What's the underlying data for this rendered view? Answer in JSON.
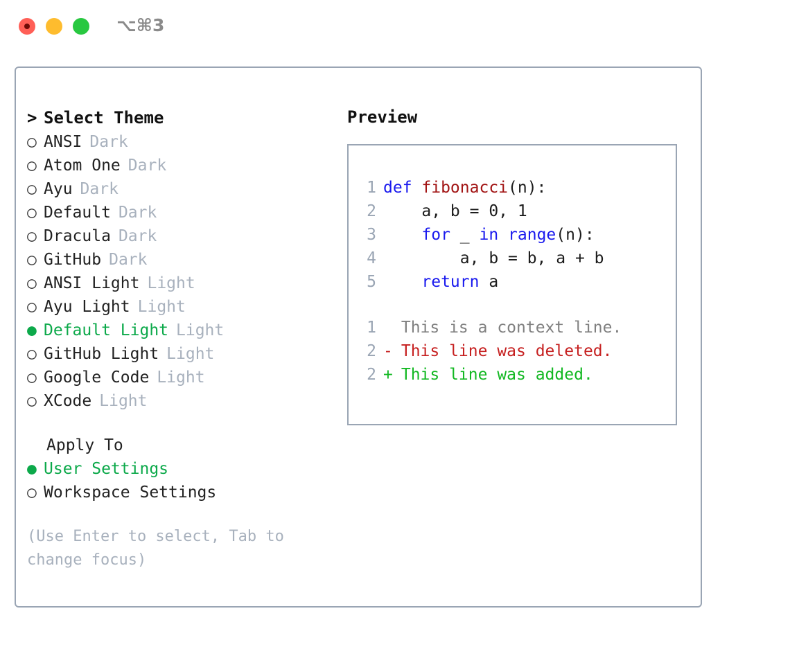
{
  "window": {
    "title_shortcut": "⌥⌘3",
    "traffic_lights": [
      {
        "name": "close",
        "color": "#ff5f57"
      },
      {
        "name": "minimize",
        "color": "#febc2e"
      },
      {
        "name": "maximize",
        "color": "#28c840"
      }
    ]
  },
  "theme_picker": {
    "header_caret": ">",
    "header_label": "Select Theme",
    "marker_unselected": "○",
    "marker_selected": "●",
    "items": [
      {
        "label": "ANSI",
        "suffix": "Dark",
        "selected": false
      },
      {
        "label": "Atom One",
        "suffix": "Dark",
        "selected": false
      },
      {
        "label": "Ayu",
        "suffix": "Dark",
        "selected": false
      },
      {
        "label": "Default",
        "suffix": "Dark",
        "selected": false
      },
      {
        "label": "Dracula",
        "suffix": "Dark",
        "selected": false
      },
      {
        "label": "GitHub",
        "suffix": "Dark",
        "selected": false
      },
      {
        "label": "ANSI Light",
        "suffix": "Light",
        "selected": false
      },
      {
        "label": "Ayu Light",
        "suffix": "Light",
        "selected": false
      },
      {
        "label": "Default Light",
        "suffix": "Light",
        "selected": true
      },
      {
        "label": "GitHub Light",
        "suffix": "Light",
        "selected": false
      },
      {
        "label": "Google Code",
        "suffix": "Light",
        "selected": false
      },
      {
        "label": "XCode",
        "suffix": "Light",
        "selected": false
      }
    ]
  },
  "apply_to": {
    "title": "Apply To",
    "options": [
      {
        "label": "User Settings",
        "selected": true
      },
      {
        "label": "Workspace Settings",
        "selected": false
      }
    ]
  },
  "hint": {
    "text": "(Use Enter to select, Tab to change focus)"
  },
  "preview": {
    "title": "Preview",
    "code_lines": [
      {
        "no": "1",
        "tokens": [
          {
            "t": "def ",
            "c": "kw"
          },
          {
            "t": "fibonacci",
            "c": "fn"
          },
          {
            "t": "(n):",
            "c": "plain"
          }
        ]
      },
      {
        "no": "2",
        "tokens": [
          {
            "t": "    a, b = 0, 1",
            "c": "plain"
          }
        ]
      },
      {
        "no": "3",
        "tokens": [
          {
            "t": "    ",
            "c": "plain"
          },
          {
            "t": "for",
            "c": "kw"
          },
          {
            "t": " _ ",
            "c": "plain"
          },
          {
            "t": "in",
            "c": "kw"
          },
          {
            "t": " ",
            "c": "plain"
          },
          {
            "t": "range",
            "c": "kw"
          },
          {
            "t": "(n):",
            "c": "plain"
          }
        ]
      },
      {
        "no": "4",
        "tokens": [
          {
            "t": "        a, b = b, a + b",
            "c": "plain"
          }
        ]
      },
      {
        "no": "5",
        "tokens": [
          {
            "t": "    ",
            "c": "plain"
          },
          {
            "t": "return",
            "c": "kw"
          },
          {
            "t": " a",
            "c": "plain"
          }
        ]
      }
    ],
    "diff_lines": [
      {
        "no": "1",
        "sign": " ",
        "text": "This is a context line.",
        "kind": "ctx"
      },
      {
        "no": "2",
        "sign": "-",
        "text": "This line was deleted.",
        "kind": "del"
      },
      {
        "no": "2",
        "sign": "+",
        "text": "This line was added.",
        "kind": "add"
      }
    ]
  },
  "colors": {
    "accent_green": "#0ca94a",
    "border": "#9aa5b4",
    "muted": "#a8b1bd",
    "keyword_blue": "#1a1aee",
    "function_red": "#a21414",
    "diff_added": "#12b822",
    "diff_deleted": "#c62020",
    "diff_context": "#808080"
  }
}
